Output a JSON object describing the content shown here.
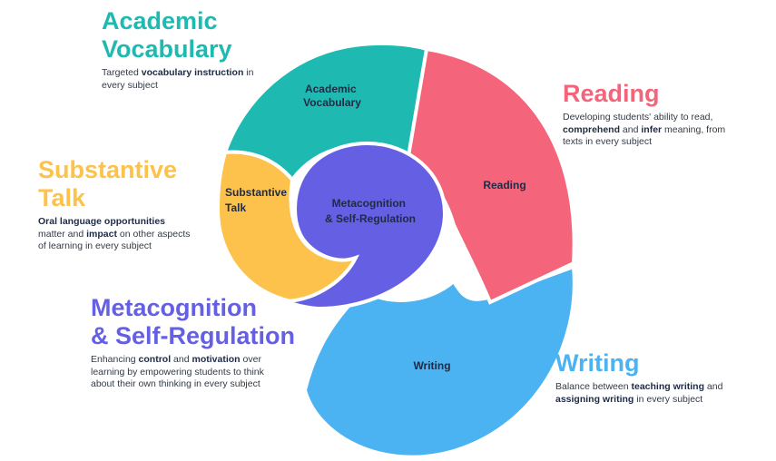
{
  "colors": {
    "academic_vocabulary": "#1ebab2",
    "reading": "#f4647a",
    "substantive_talk": "#fdc24c",
    "metacognition": "#6560e3",
    "writing": "#4bb3f2",
    "segment_text": "#1f2a44",
    "body_text": "#333a45"
  },
  "segments": {
    "vocab": {
      "line1": "Academic",
      "line2": "Vocabulary"
    },
    "reading": {
      "line1": "Reading"
    },
    "talk": {
      "line1": "Substantive",
      "line2": "Talk"
    },
    "meta": {
      "line1": "Metacognition",
      "line2": "& Self-Regulation"
    },
    "writing": {
      "line1": "Writing"
    }
  },
  "blocks": {
    "vocab": {
      "title_line1": "Academic",
      "title_line2": "Vocabulary",
      "desc_1": "Targeted ",
      "desc_bold_1": "vocabulary instruction",
      "desc_2": " in every subject"
    },
    "reading": {
      "title_line1": "Reading",
      "desc_1": "Developing students' ability to read, ",
      "desc_bold_1": "comprehend",
      "desc_2": " and ",
      "desc_bold_2": "infer",
      "desc_3": " meaning, from texts in every subject"
    },
    "talk": {
      "title_line1": "Substantive",
      "title_line2": "Talk",
      "desc_bold_1": "Oral language opportunities",
      "desc_1": " matter and ",
      "desc_bold_2": "impact",
      "desc_2": " on other aspects of learning in every subject"
    },
    "meta": {
      "title_line1": "Metacognition",
      "title_line2": "& Self-Regulation",
      "desc_1": "Enhancing ",
      "desc_bold_1": "control",
      "desc_2": " and ",
      "desc_bold_2": "motivation",
      "desc_3": " over learning by empowering students to think about their own thinking in every subject"
    },
    "writing": {
      "title_line1": "Writing",
      "desc_1": "Balance between ",
      "desc_bold_1": "teaching writing",
      "desc_2": " and ",
      "desc_bold_2": "assigning writing",
      "desc_3": " in every subject"
    }
  }
}
